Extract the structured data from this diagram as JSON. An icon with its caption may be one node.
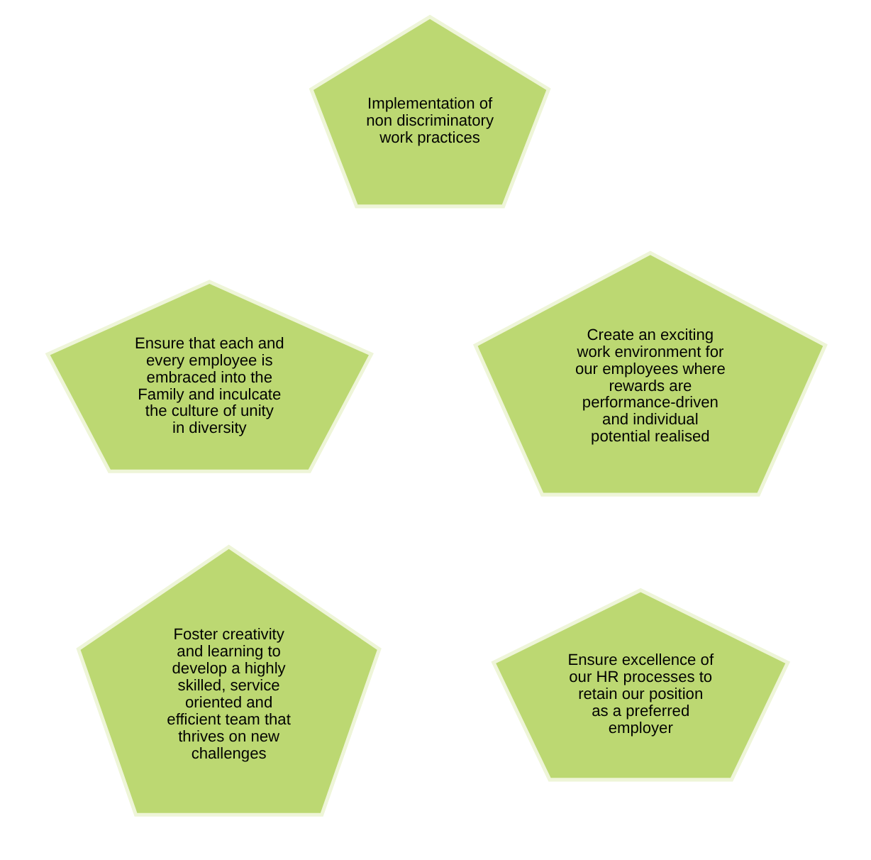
{
  "diagram": {
    "nodes": [
      {
        "text": [
          "Implementation of non discriminatory work practices"
        ]
      },
      {
        "text": [
          "Ensure that each and every employee is embraced into the Family and inculcate the culture of unity in diversity"
        ]
      },
      {
        "text": [
          "Create an exciting work environment for our employees where rewards are performance-driven and individual potential realised"
        ]
      },
      {
        "text": [
          "Foster creativity and learning to develop a highly skilled, service oriented and efficient team that thrives on new challenges"
        ]
      },
      {
        "text": [
          "Ensure excellence of our HR processes to retain our position as a preferred employer"
        ]
      }
    ],
    "edges": []
  }
}
